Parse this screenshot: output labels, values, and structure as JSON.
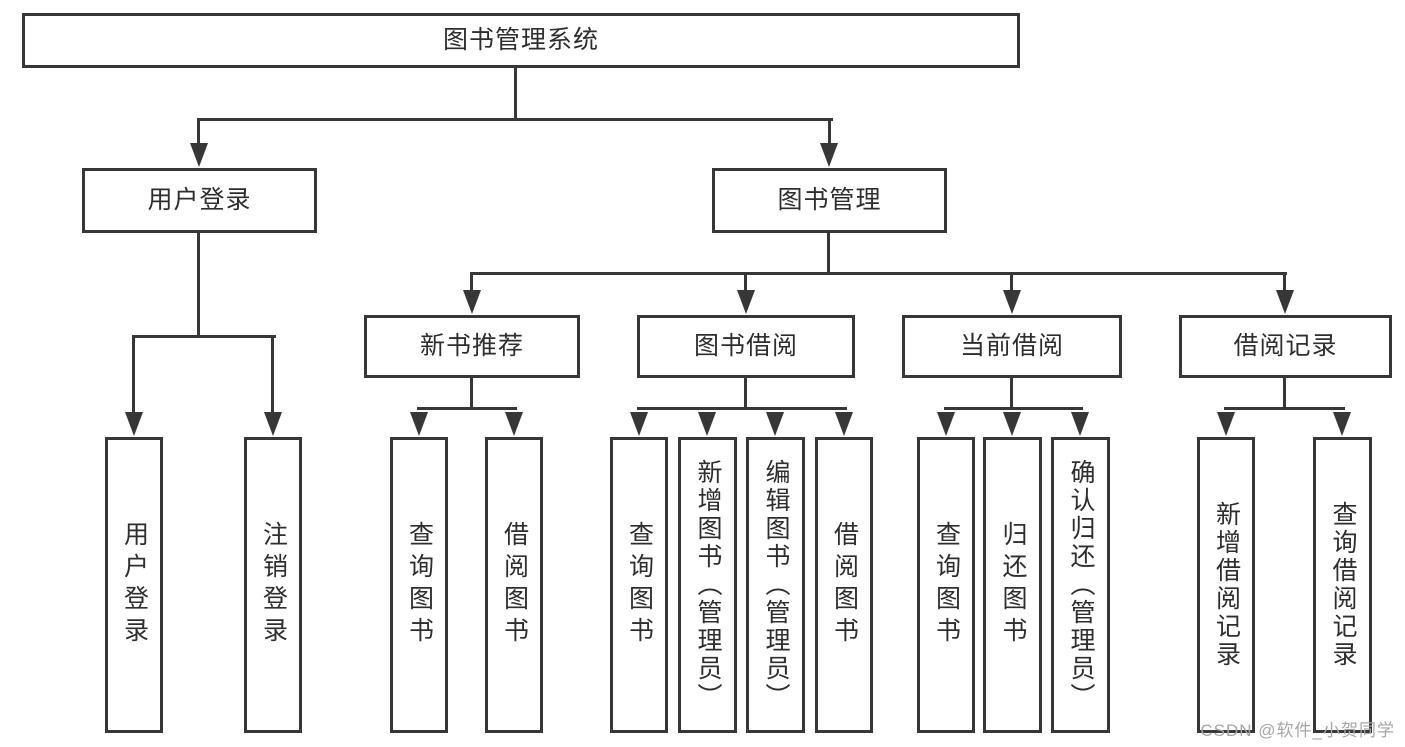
{
  "tree": {
    "label": "图书管理系统",
    "children": [
      {
        "label": "用户登录",
        "children": [
          {
            "label": "用户登录"
          },
          {
            "label": "注销登录"
          }
        ]
      },
      {
        "label": "图书管理",
        "children": [
          {
            "label": "新书推荐",
            "children": [
              {
                "label": "查询图书"
              },
              {
                "label": "借阅图书"
              }
            ]
          },
          {
            "label": "图书借阅",
            "children": [
              {
                "label": "查询图书"
              },
              {
                "label": "新增图书（管理员）"
              },
              {
                "label": "编辑图书（管理员）"
              },
              {
                "label": "借阅图书"
              }
            ]
          },
          {
            "label": "当前借阅",
            "children": [
              {
                "label": "查询图书"
              },
              {
                "label": "归还图书"
              },
              {
                "label": "确认归还（管理员）"
              }
            ]
          },
          {
            "label": "借阅记录",
            "children": [
              {
                "label": "新增借阅记录"
              },
              {
                "label": "查询借阅记录"
              }
            ]
          }
        ]
      }
    ]
  },
  "watermark": {
    "text": "CSDN @软件_小贺同学"
  },
  "colors": {
    "line": "#373737",
    "text": "#2e2e2e",
    "watermark": "#a6a6a6",
    "background": "#ffffff"
  }
}
